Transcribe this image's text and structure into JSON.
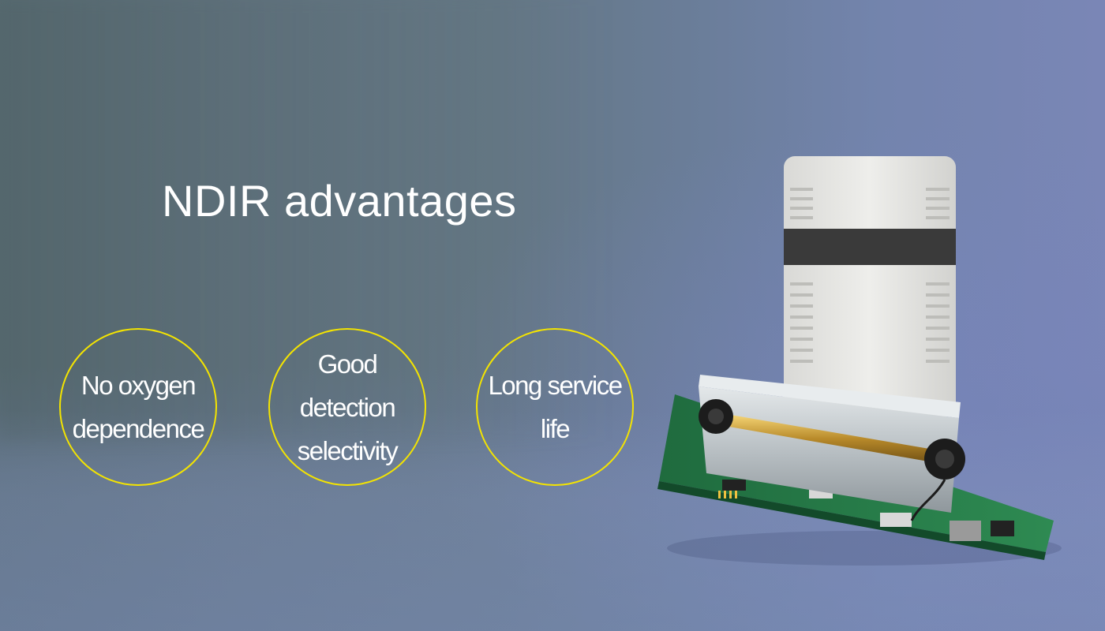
{
  "title": "NDIR advantages",
  "badges": [
    {
      "text": "No oxygen\ndependence"
    },
    {
      "text": "Good\ndetection\nselectivity"
    },
    {
      "text": "Long service\nlife"
    }
  ],
  "colors": {
    "badge_border": "#f4e400",
    "text": "#ffffff",
    "background_left": "#56696f",
    "background_right": "#7a86b6"
  }
}
